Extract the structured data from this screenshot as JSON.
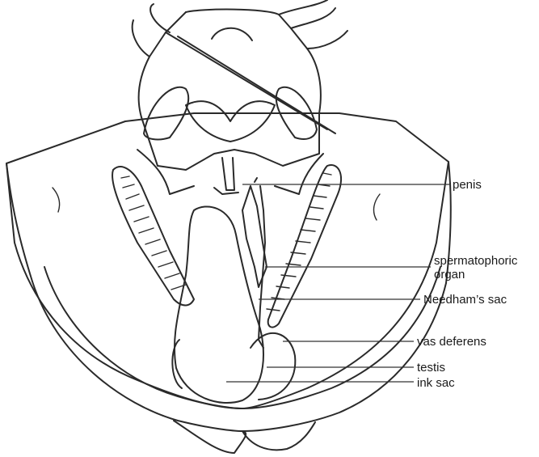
{
  "labels": [
    {
      "id": "penis",
      "lines": [
        "penis"
      ]
    },
    {
      "id": "spermatophoric-organ",
      "lines": [
        "spermatophoric",
        "organ"
      ]
    },
    {
      "id": "needhams-sac",
      "lines": [
        "Needham’s sac"
      ]
    },
    {
      "id": "vas-deferens",
      "lines": [
        "vas deferens"
      ]
    },
    {
      "id": "testis",
      "lines": [
        "testis"
      ]
    },
    {
      "id": "ink-sac",
      "lines": [
        "ink sac"
      ]
    }
  ]
}
